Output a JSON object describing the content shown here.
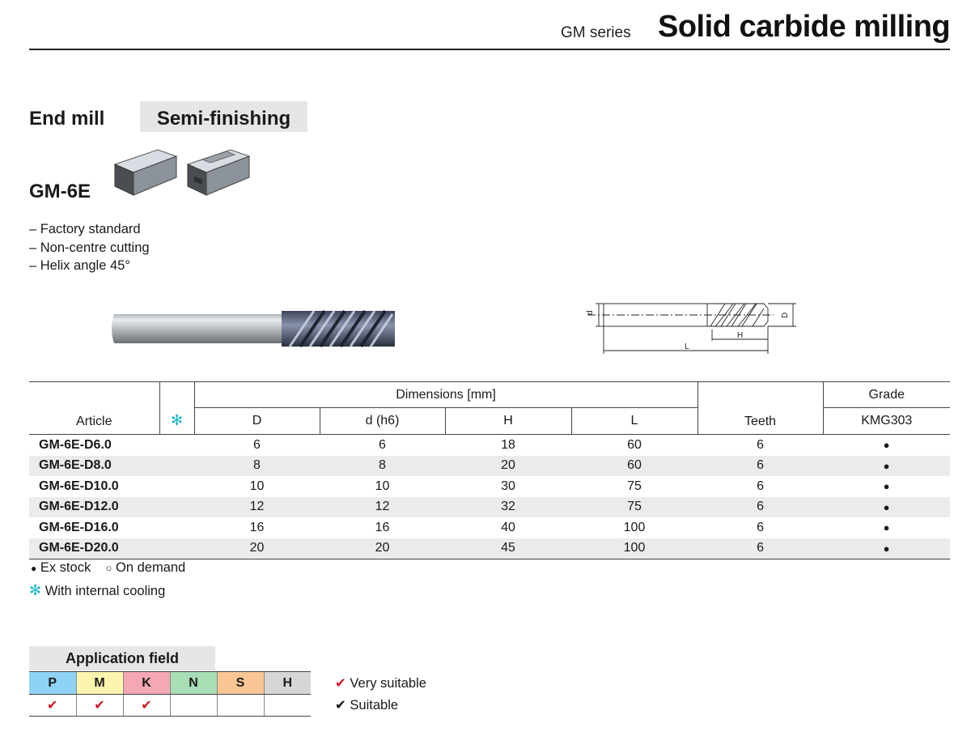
{
  "header": {
    "series": "GM series",
    "title": "Solid carbide milling"
  },
  "product": {
    "category": "End mill",
    "operation": "Semi-finishing",
    "name": "GM-6E",
    "features": [
      "– Factory standard",
      "– Non-centre cutting",
      "– Helix angle 45°"
    ]
  },
  "drawing_labels": {
    "d": "d",
    "D": "D",
    "H": "H",
    "L": "L"
  },
  "table": {
    "col_article": "Article",
    "col_cooling_icon": "✻",
    "col_dimensions": "Dimensions [mm]",
    "col_D": "D",
    "col_d": "d (h6)",
    "col_H": "H",
    "col_L": "L",
    "col_teeth": "Teeth",
    "col_grade": "Grade",
    "col_grade_name": "KMG303",
    "rows": [
      {
        "article": "GM-6E-D6.0",
        "D": "6",
        "d": "6",
        "H": "18",
        "L": "60",
        "teeth": "6",
        "grade": "●"
      },
      {
        "article": "GM-6E-D8.0",
        "D": "8",
        "d": "8",
        "H": "20",
        "L": "60",
        "teeth": "6",
        "grade": "●"
      },
      {
        "article": "GM-6E-D10.0",
        "D": "10",
        "d": "10",
        "H": "30",
        "L": "75",
        "teeth": "6",
        "grade": "●"
      },
      {
        "article": "GM-6E-D12.0",
        "D": "12",
        "d": "12",
        "H": "32",
        "L": "75",
        "teeth": "6",
        "grade": "●"
      },
      {
        "article": "GM-6E-D16.0",
        "D": "16",
        "d": "16",
        "H": "40",
        "L": "100",
        "teeth": "6",
        "grade": "●"
      },
      {
        "article": "GM-6E-D20.0",
        "D": "20",
        "d": "20",
        "H": "45",
        "L": "100",
        "teeth": "6",
        "grade": "●"
      }
    ]
  },
  "legend": {
    "ex_stock_symbol": "●",
    "ex_stock": "Ex stock",
    "on_demand_symbol": "○",
    "on_demand": "On demand",
    "cooling_symbol": "✻",
    "cooling": "With internal cooling"
  },
  "application": {
    "title": "Application field",
    "materials": [
      {
        "code": "P",
        "color": "#8fd3f4",
        "mark": "✔"
      },
      {
        "code": "M",
        "color": "#fbf5b0",
        "mark": "✔"
      },
      {
        "code": "K",
        "color": "#f4a7b5",
        "mark": "✔"
      },
      {
        "code": "N",
        "color": "#a8ddb5",
        "mark": ""
      },
      {
        "code": "S",
        "color": "#f9c593",
        "mark": ""
      },
      {
        "code": "H",
        "color": "#d6d6d6",
        "mark": ""
      }
    ],
    "very_suitable_mark": "✔",
    "very_suitable": "Very suitable",
    "suitable_mark": "✔",
    "suitable": "Suitable"
  },
  "colors": {
    "cooling_accent": "#1fb6c9",
    "check_red": "#d0161f",
    "row_stripe": "#ebebeb",
    "label_box": "#e6e6e6"
  }
}
